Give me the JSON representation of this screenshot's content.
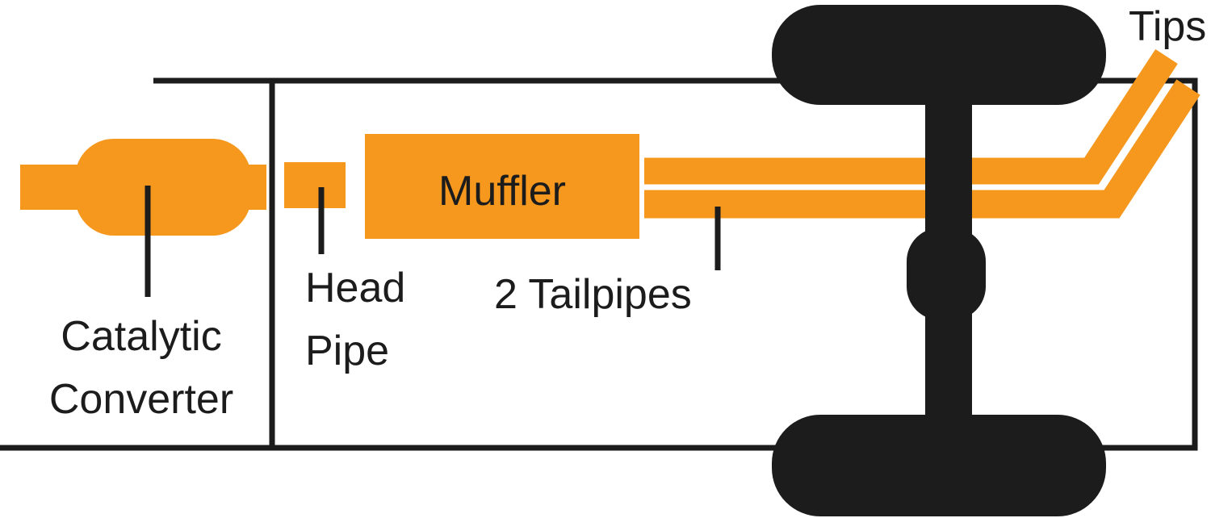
{
  "colors": {
    "pipe_orange": "#F6981E",
    "line_black": "#1C1C1C",
    "text_black": "#1C1C1C",
    "background": "#FFFFFF"
  },
  "labels": {
    "muffler": "Muffler",
    "tips": "Tips",
    "tailpipes": "2 Tailpipes",
    "head_pipe_line1": "Head",
    "head_pipe_line2": "Pipe",
    "catalytic_line1": "Catalytic",
    "catalytic_line2": "Converter"
  }
}
